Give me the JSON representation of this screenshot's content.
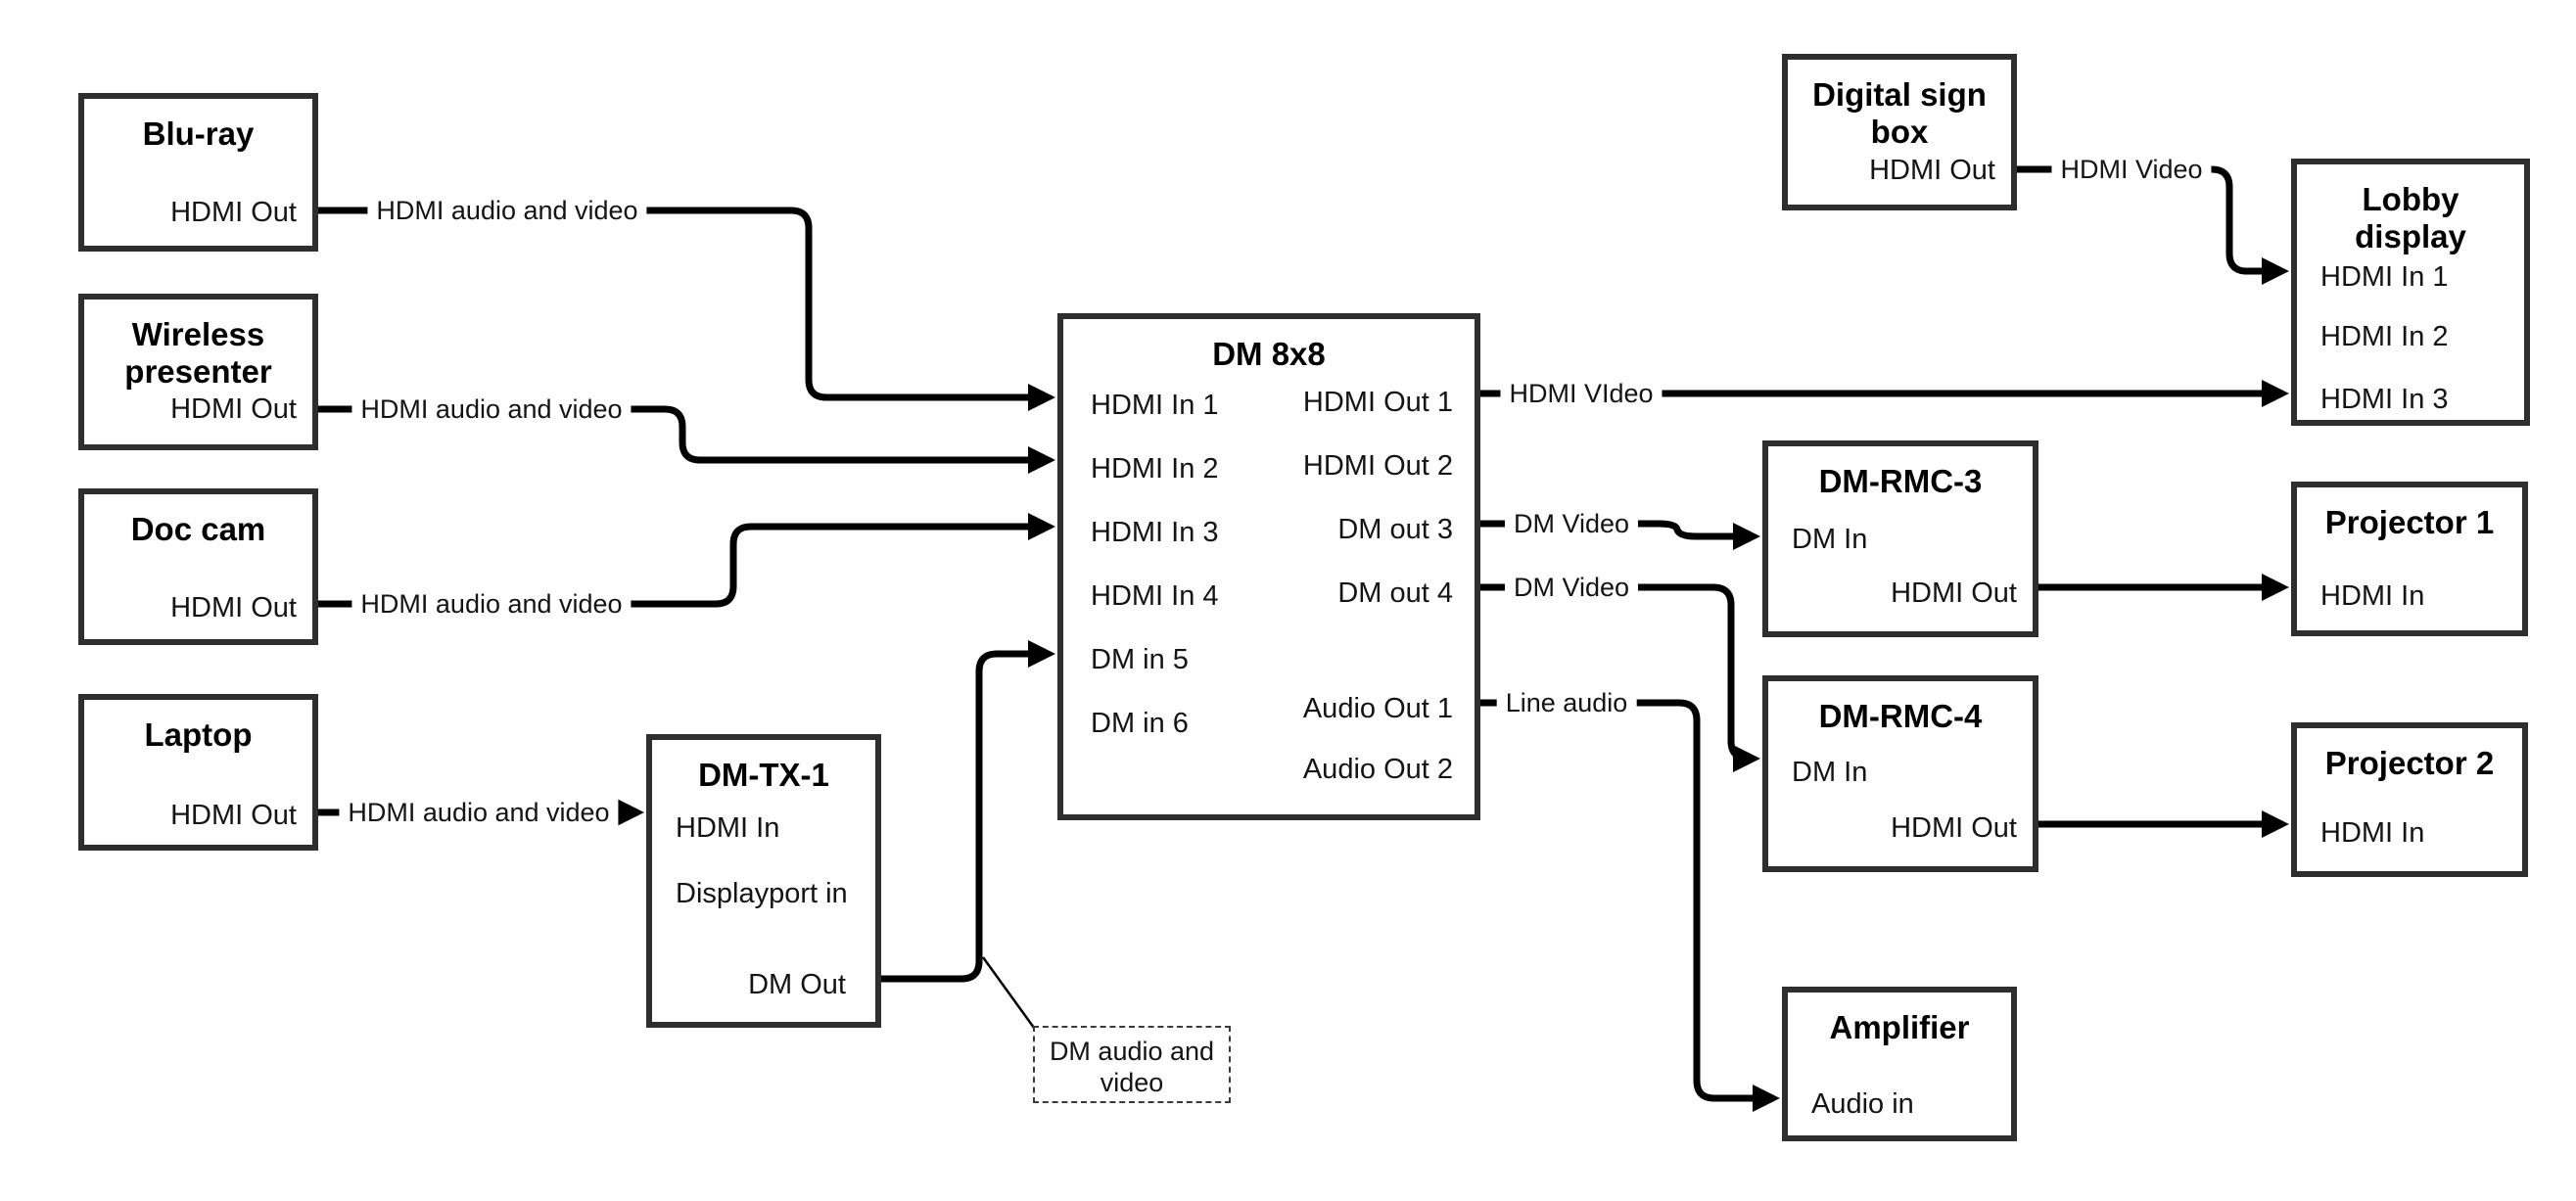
{
  "page": {
    "background": "#ffffff",
    "wire_color": "#000000",
    "box_border_color": "#2e2e2e"
  },
  "boxes": {
    "bluray": {
      "title": "Blu-ray",
      "port_hdmi_out": "HDMI Out"
    },
    "wireless_presenter": {
      "title": "Wireless\npresenter",
      "port_hdmi_out": "HDMI Out"
    },
    "doc_cam": {
      "title": "Doc cam",
      "port_hdmi_out": "HDMI Out"
    },
    "laptop": {
      "title": "Laptop",
      "port_hdmi_out": "HDMI Out"
    },
    "dm_tx_1": {
      "title": "DM-TX-1",
      "port_hdmi_in": "HDMI In",
      "port_displayport_in": "Displayport in",
      "port_dm_out": "DM Out"
    },
    "dm_8x8": {
      "title": "DM 8x8",
      "inputs": [
        "HDMI In 1",
        "HDMI In 2",
        "HDMI In 3",
        "HDMI In 4",
        "DM in 5",
        "DM in 6"
      ],
      "outputs": [
        "HDMI Out 1",
        "HDMI Out 2",
        "DM out 3",
        "DM out 4",
        "Audio Out 1",
        "Audio Out 2"
      ]
    },
    "digital_sign_box": {
      "title": "Digital sign\nbox",
      "port_hdmi_out": "HDMI Out"
    },
    "lobby_display": {
      "title": "Lobby\ndisplay",
      "inputs": [
        "HDMI In 1",
        "HDMI In 2",
        "HDMI In 3"
      ]
    },
    "dm_rmc_3": {
      "title": "DM-RMC-3",
      "port_dm_in": "DM In",
      "port_hdmi_out": "HDMI Out"
    },
    "projector_1": {
      "title": "Projector 1",
      "port_hdmi_in": "HDMI In"
    },
    "dm_rmc_4": {
      "title": "DM-RMC-4",
      "port_dm_in": "DM In",
      "port_hdmi_out": "HDMI Out"
    },
    "projector_2": {
      "title": "Projector 2",
      "port_hdmi_in": "HDMI In"
    },
    "amplifier": {
      "title": "Amplifier",
      "port_audio_in": "Audio in"
    }
  },
  "wire_labels": {
    "bluray_to_dm8x8_in1": "HDMI audio and video",
    "wireless_to_dm8x8_in2": "HDMI audio and video",
    "doccam_to_dm8x8_in3": "HDMI audio and video",
    "laptop_to_dmtx1": "HDMI audio and video",
    "dm8x8_out1_to_lobby_in3": "HDMI VIdeo",
    "digitalsign_to_lobby_in1": "HDMI Video",
    "dm8x8_out3_to_rmc3": "DM Video",
    "dm8x8_out4_to_rmc4": "DM Video",
    "dm8x8_audioout1_to_amplifier": "Line audio"
  },
  "note": {
    "text": "DM audio and\nvideo"
  }
}
